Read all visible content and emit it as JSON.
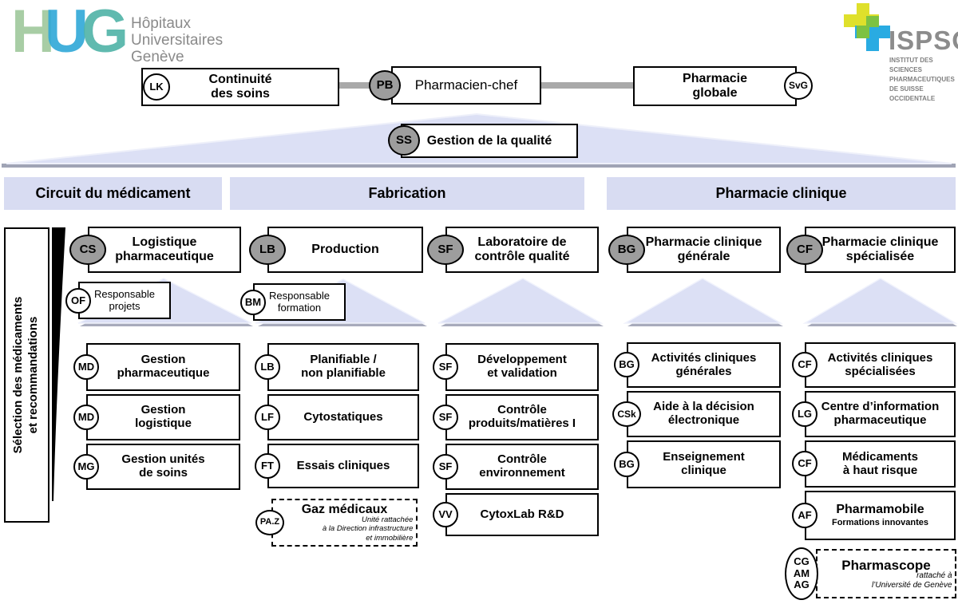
{
  "logos": {
    "hug": {
      "h": "H",
      "u": "U",
      "g": "G",
      "name_lines": "Hôpitaux\nUniversitaires\nGenève"
    },
    "ispso": {
      "name": "ISPSO",
      "subtitle_lines": "INSTITUT DES SCIENCES\nPHARMACEUTIQUES\nDE SUISSE OCCIDENTALE"
    }
  },
  "top": {
    "continuite": {
      "badge": "LK",
      "label": "Continuité\ndes soins"
    },
    "chef": {
      "badge": "PB",
      "label": "Pharmacien-chef"
    },
    "globale": {
      "badge": "SvG",
      "label": "Pharmacie\nglobale"
    },
    "qualite": {
      "badge": "SS",
      "label": "Gestion de la qualité"
    }
  },
  "left_rail": {
    "label": "Sélection des médicaments\net recommandations"
  },
  "sections": [
    {
      "label": "Circuit du médicament"
    },
    {
      "label": "Fabrication"
    },
    {
      "label": "Pharmacie clinique"
    }
  ],
  "columns": [
    {
      "head": {
        "badge": "CS",
        "label": "Logistique\npharmaceutique"
      },
      "assistant": {
        "badge": "OF",
        "label": "Responsable\nprojets"
      },
      "items": [
        {
          "badge": "MD",
          "label": "Gestion\npharmaceutique"
        },
        {
          "badge": "MD",
          "label": "Gestion\nlogistique"
        },
        {
          "badge": "MG",
          "label": "Gestion unités\nde soins"
        }
      ]
    },
    {
      "head": {
        "badge": "LB",
        "label": "Production"
      },
      "assistant": {
        "badge": "BM",
        "label": "Responsable\nformation"
      },
      "items": [
        {
          "badge": "LB",
          "label": "Planifiable /\nnon planifiable"
        },
        {
          "badge": "LF",
          "label": "Cytostatiques"
        },
        {
          "badge": "FT",
          "label": "Essais cliniques"
        },
        {
          "badge": "PA.Z",
          "label": "Gaz médicaux",
          "note": "Unité rattachée\nà la Direction infrastructure\net immobilière"
        }
      ]
    },
    {
      "head": {
        "badge": "SF",
        "label": "Laboratoire de\ncontrôle qualité"
      },
      "items": [
        {
          "badge": "SF",
          "label": "Développement\net validation"
        },
        {
          "badge": "SF",
          "label": "Contrôle\nproduits/matières I"
        },
        {
          "badge": "SF",
          "label": "Contrôle\nenvironnement"
        },
        {
          "badge": "VV",
          "label": "CytoxLab R&D"
        }
      ]
    },
    {
      "head": {
        "badge": "BG",
        "label": "Pharmacie clinique\ngénérale"
      },
      "items": [
        {
          "badge": "BG",
          "label": "Activités cliniques\ngénérales"
        },
        {
          "badge": "CSk",
          "label": "Aide à la décision\nélectronique"
        },
        {
          "badge": "BG",
          "label": "Enseignement\nclinique"
        }
      ]
    },
    {
      "head": {
        "badge": "CF",
        "label": "Pharmacie clinique\nspécialisée"
      },
      "items": [
        {
          "badge": "CF",
          "label": "Activités cliniques\nspécialisées"
        },
        {
          "badge": "LG",
          "label": "Centre d’information\npharmaceutique"
        },
        {
          "badge": "CF",
          "label": "Médicaments\nà haut risque"
        },
        {
          "badge": "AF",
          "label": "Pharmamobile",
          "subtitle": "Formations innovantes"
        },
        {
          "badge": "CG\nAM\nAG",
          "label": "Pharmascope",
          "note": "rattaché à\nl’Université de Genève"
        }
      ]
    }
  ],
  "colors": {
    "lavender": "#dce0f5",
    "header_bg": "#d8dcf2",
    "badge_gray": "#9d9d9d",
    "connector_gray": "#a9a9a9",
    "shadow_gray": "#a8abbc",
    "hug_green": "#9fc89c",
    "hug_blue": "#2fa8d8",
    "hug_teal": "#4fb3a7",
    "ispso_yellow": "#dfe02b",
    "ispso_blue": "#29abe2",
    "ispso_green": "#7dc242"
  }
}
